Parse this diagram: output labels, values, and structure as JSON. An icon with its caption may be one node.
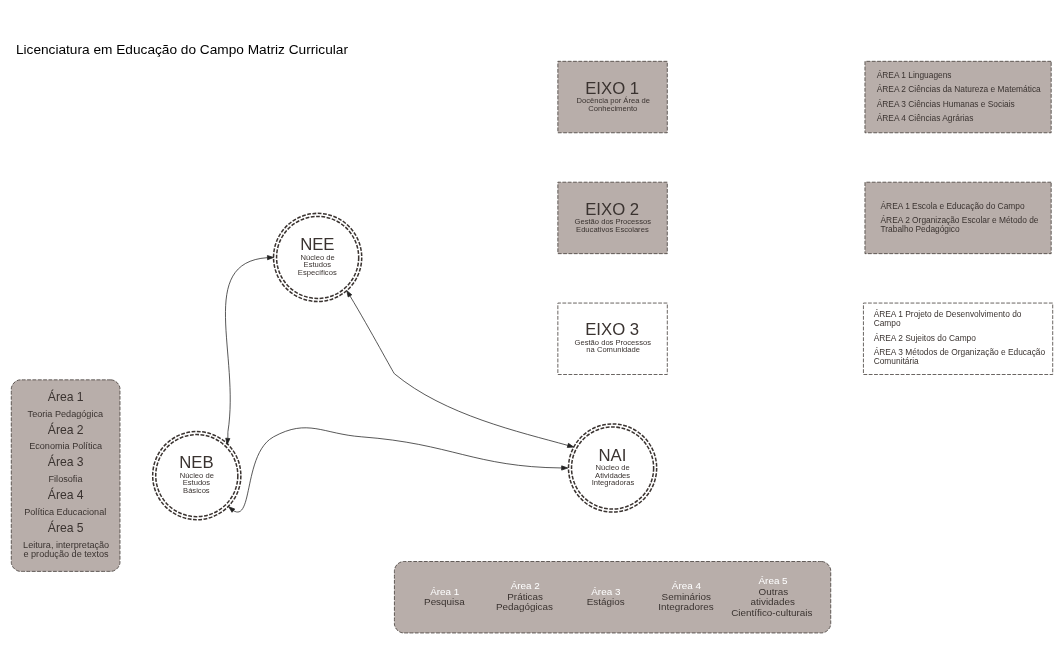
{
  "diagram": {
    "title": "Licenciatura em Educação do Campo Matriz Curricular",
    "nodes": [
      {
        "text": [
          "Área 1",
          "Teoria Pedagógica",
          "Área 2",
          "Economia Política",
          "Área 3",
          "Filosofia",
          "Área 4",
          "Política Educacional",
          "Área 5",
          "Leitura, interpretação e produção de textos"
        ]
      },
      {
        "text": [
          "NEB",
          "Núcleo de Estudos Básicos"
        ]
      },
      {
        "text": [
          "NEE",
          "Núcleo de Estudos Específicos"
        ]
      },
      {
        "text": [
          "NAI",
          "Núcleo de Atividades Integradoras"
        ]
      },
      {
        "text": [
          "Área 1",
          "Pesquisa",
          "Área 2",
          "Práticas Pedagógicas",
          "Área 3",
          "Estágios",
          "Área 4",
          "Seminários Integradores",
          "Área 5",
          "Outras atividades Científico-culturais"
        ]
      },
      {
        "text": [
          "EIXO 1",
          "Docência por Área de Conhecimento"
        ]
      },
      {
        "text": [
          "ÁREA 1 Linguagens",
          "ÁREA 2 Ciências da Natureza e Matemática",
          "ÁREA 3 Ciências Humanas e Sociais",
          "ÁREA 4 Ciências Agrárias"
        ]
      },
      {
        "text": [
          "EIXO 2",
          "Gestão dos Processos Educativos Escolares"
        ]
      },
      {
        "text": [
          "ÁREA 1 Escola e Educação do Campo",
          "ÁREA 2 Organização Escolar e Método de Trabalho Pedagógico"
        ]
      },
      {
        "text": [
          "EIXO 3",
          "Gestão dos Processos na Comunidade"
        ]
      },
      {
        "text": [
          "ÁREA 1 Projeto de Desenvolvimento do Campo",
          "ÁREA 2 Sujeitos do Campo",
          "ÁREA 3 Métodos de Organização e Educação Comunitária"
        ]
      }
    ],
    "edges": [
      {
        "from": 1,
        "to": 2,
        "arrow": "both"
      },
      {
        "from": 2,
        "to": 3,
        "arrow": "both"
      },
      {
        "from": 1,
        "to": 3,
        "arrow": "both"
      }
    ]
  }
}
